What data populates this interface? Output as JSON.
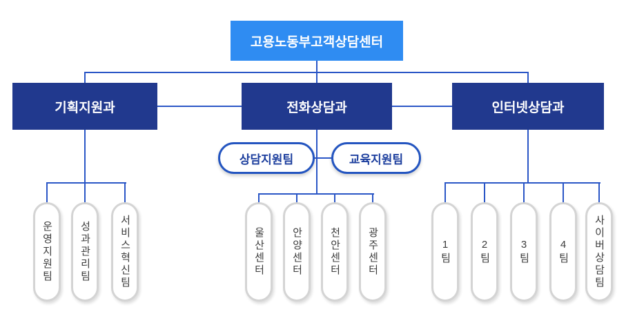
{
  "root": {
    "label": "고용노동부고객상담센터"
  },
  "divisions": [
    {
      "label": "기획지원과",
      "teams": [
        "운영지원팀",
        "성과관리팀",
        "서비스혁신팀"
      ]
    },
    {
      "label": "전화상담과",
      "subteams": [
        "상담지원팀",
        "교육지원팀"
      ],
      "teams": [
        "울산센터",
        "안양센터",
        "천안센터",
        "광주센터"
      ]
    },
    {
      "label": "인터넷상담과",
      "teams": [
        "1팀",
        "2팀",
        "3팀",
        "4팀",
        "사이버상담팀"
      ]
    }
  ],
  "colors": {
    "root_bg": "#2f8cf2",
    "division_bg": "#21398e",
    "connector_line": "#2a56c6",
    "subteam_border": "#2455c0",
    "subteam_text": "#1d3f9e",
    "team_border": "#d4d4d4",
    "team_text": "#3c3c3c"
  }
}
